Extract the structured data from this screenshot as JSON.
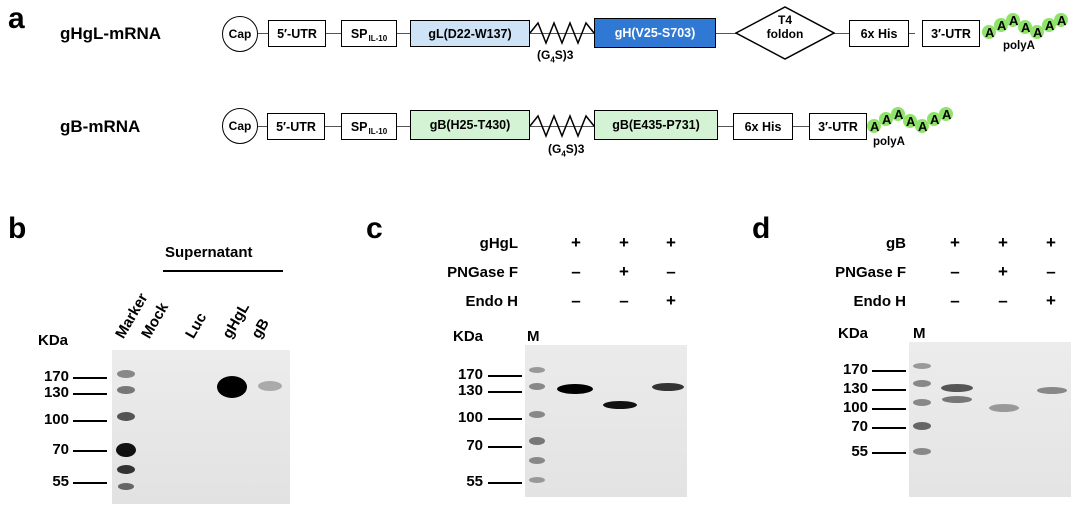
{
  "panel_a": {
    "letter": "a",
    "construct1": {
      "label": "gHgL-mRNA",
      "cap": "Cap",
      "utr5": "5′-UTR",
      "sp_main": "SP",
      "sp_sub": "IL-10",
      "gl": "gL(D22-W137)",
      "linker": "(G4S)3",
      "gh": "gH(V25-S703)",
      "foldon_line1": "T4",
      "foldon_line2": "foldon",
      "his": "6x His",
      "utr3": "3′-UTR",
      "polya_label": "polyA",
      "polya_letters": [
        "A",
        "A",
        "A",
        "A",
        "A",
        "A",
        "A"
      ]
    },
    "construct2": {
      "label": "gB-mRNA",
      "cap": "Cap",
      "utr5": "5′-UTR",
      "sp_main": "SP",
      "sp_sub": "IL-10",
      "gb1": "gB(H25-T430)",
      "linker": "(G4S)3",
      "gb2": "gB(E435-P731)",
      "his": "6x His",
      "utr3": "3′-UTR",
      "polya_label": "polyA",
      "polya_letters": [
        "A",
        "A",
        "A",
        "A",
        "A",
        "A",
        "A"
      ]
    }
  },
  "panel_b": {
    "letter": "b",
    "supernatant": "Supernatant",
    "kda": "KDa",
    "lanes": [
      "Marker",
      "Mock",
      "Luc",
      "gHgL",
      "gB"
    ],
    "markers": [
      "170",
      "130",
      "100",
      "70",
      "55"
    ]
  },
  "panel_c": {
    "letter": "c",
    "conditions": [
      {
        "label": "gHgL",
        "signs": [
          "+",
          "+",
          "+"
        ]
      },
      {
        "label": "PNGase F",
        "signs": [
          "–",
          "+",
          "–"
        ]
      },
      {
        "label": "Endo H",
        "signs": [
          "–",
          "–",
          "+"
        ]
      }
    ],
    "kda": "KDa",
    "marker_lane": "M",
    "markers": [
      "170",
      "130",
      "100",
      "70",
      "55"
    ]
  },
  "panel_d": {
    "letter": "d",
    "conditions": [
      {
        "label": "gB",
        "signs": [
          "+",
          "+",
          "+"
        ]
      },
      {
        "label": "PNGase F",
        "signs": [
          "–",
          "+",
          "–"
        ]
      },
      {
        "label": "Endo H",
        "signs": [
          "–",
          "–",
          "+"
        ]
      }
    ],
    "kda": "KDa",
    "marker_lane": "M",
    "markers": [
      "170",
      "130",
      "100",
      "70",
      "55"
    ]
  },
  "colors": {
    "light_blue": "#cfe3f6",
    "dark_blue": "#2f79d4",
    "light_green": "#d4f3d4",
    "polya_green": "#8fe36a"
  }
}
